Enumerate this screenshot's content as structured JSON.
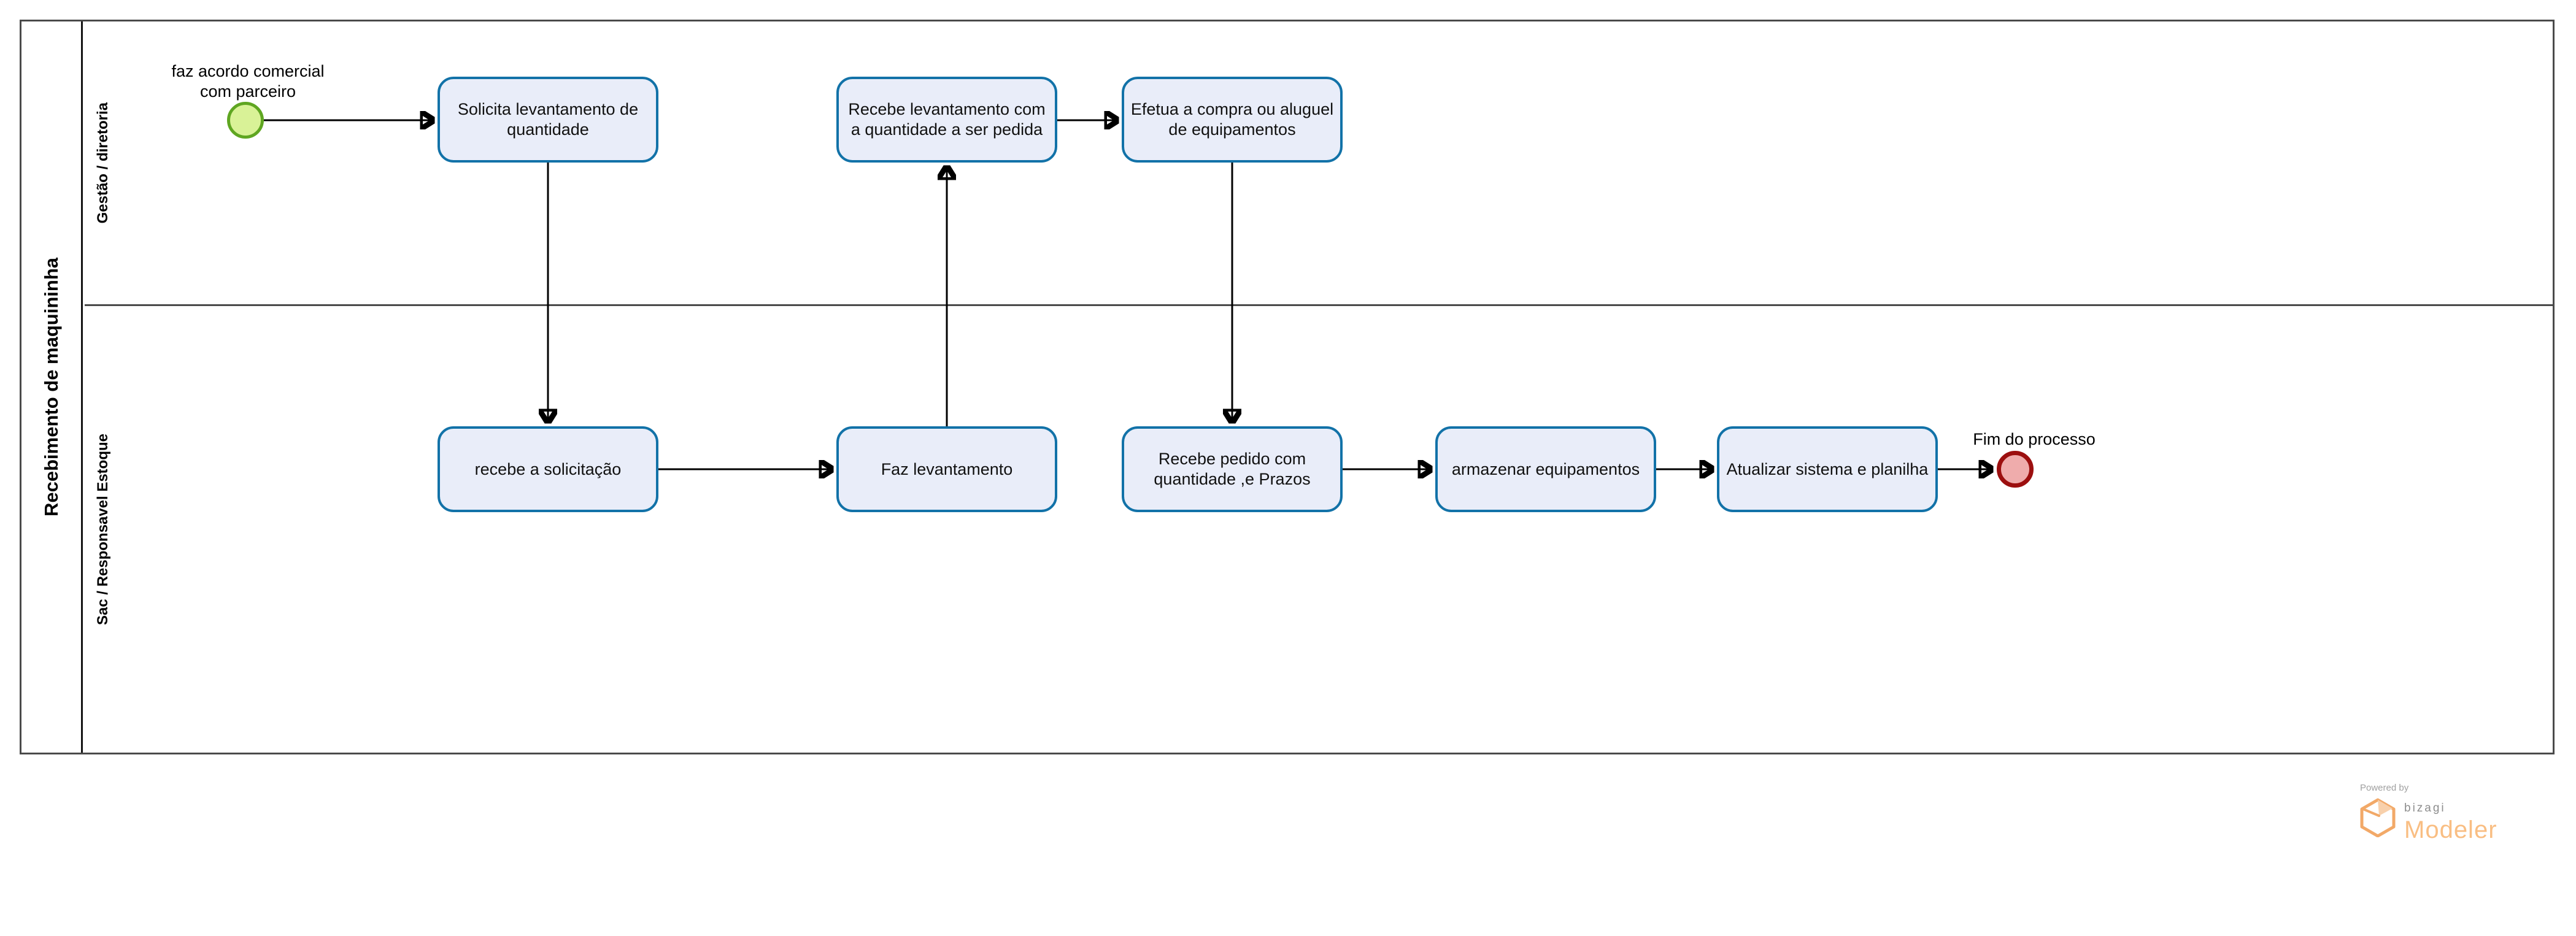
{
  "diagram": {
    "pool_title": "Recebimento de maquininha",
    "lanes": [
      {
        "label": "Gestão / diretoria"
      },
      {
        "label": "Sac / Responsavel Estoque"
      }
    ]
  },
  "events": {
    "start": {
      "type": "start",
      "label": "faz acordo comercial com parceiro"
    },
    "end": {
      "type": "end",
      "label": "Fim do processo"
    }
  },
  "tasks": [
    {
      "id": "task-1",
      "lane": "Gestão / diretoria",
      "label": "Solicita levantamento de quantidade"
    },
    {
      "id": "task-2",
      "lane": "Gestão / diretoria",
      "label": "Recebe levantamento com a quantidade a ser pedida"
    },
    {
      "id": "task-3",
      "lane": "Gestão / diretoria",
      "label": "Efetua a compra ou aluguel de equipamentos"
    },
    {
      "id": "task-4",
      "lane": "Sac / Responsavel Estoque",
      "label": "recebe a solicitação"
    },
    {
      "id": "task-5",
      "lane": "Sac / Responsavel Estoque",
      "label": "Faz levantamento"
    },
    {
      "id": "task-6",
      "lane": "Sac / Responsavel Estoque",
      "label": "Recebe pedido com quantidade ,e Prazos"
    },
    {
      "id": "task-7",
      "lane": "Sac / Responsavel Estoque",
      "label": "armazenar equipamentos"
    },
    {
      "id": "task-8",
      "lane": "Sac / Responsavel Estoque",
      "label": "Atualizar sistema e planilha"
    }
  ],
  "flows": [
    {
      "from": "start-event",
      "to": "task-1"
    },
    {
      "from": "task-1",
      "to": "task-4"
    },
    {
      "from": "task-4",
      "to": "task-5"
    },
    {
      "from": "task-5",
      "to": "task-2"
    },
    {
      "from": "task-2",
      "to": "task-3"
    },
    {
      "from": "task-3",
      "to": "task-6"
    },
    {
      "from": "task-6",
      "to": "task-7"
    },
    {
      "from": "task-7",
      "to": "task-8"
    },
    {
      "from": "task-8",
      "to": "end-event"
    }
  ],
  "colors": {
    "task_fill": "#e9edf9",
    "task_border": "#1272a8",
    "start_fill": "#d9f297",
    "start_border": "#5fa621",
    "end_fill": "#efacac",
    "end_border": "#9c0f0f",
    "flow_line": "#000000",
    "frame": "#4a4a4a",
    "brand_orange": "#f9be83",
    "brand_gray": "#8d8d8d"
  },
  "branding": {
    "powered_by": "Powered by",
    "brand": "bizagi",
    "product": "Modeler"
  }
}
